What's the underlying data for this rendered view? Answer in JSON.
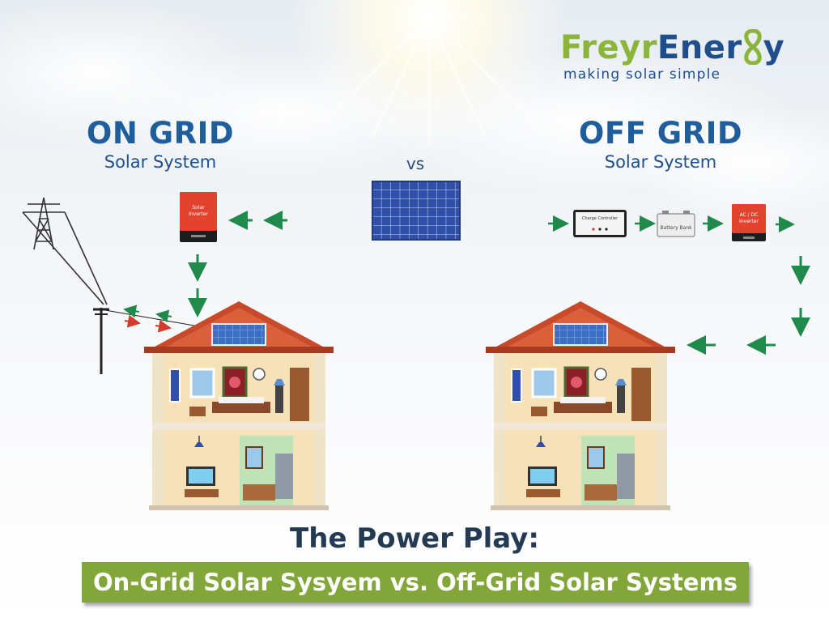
{
  "logo": {
    "brand_green": "Freyr",
    "brand_blue": "Ener",
    "brand_end": "y",
    "tagline": "making solar simple"
  },
  "on_grid": {
    "title": "ON GRID",
    "subtitle": "Solar System"
  },
  "off_grid": {
    "title": "OFF GRID",
    "subtitle": "Solar System"
  },
  "vs_label": "vs",
  "components": {
    "solar_inverter": [
      "Solar",
      "Inverter"
    ],
    "charge_controller": "Charge Controller",
    "battery_bank": "Battery Bank",
    "acdc_inverter": [
      "AC / DC",
      "Inverter"
    ]
  },
  "footer": {
    "title": "The Power Play:",
    "banner": "On-Grid Solar Sysyem vs. Off-Grid Solar Systems"
  },
  "colors": {
    "heading_blue": "#1e5e9c",
    "arrow_green": "#1f8a4c",
    "arrow_red": "#d23a2a",
    "banner_green": "#82a63a",
    "roof_red": "#c84a2a",
    "panel_blue": "#2f4fa8"
  }
}
